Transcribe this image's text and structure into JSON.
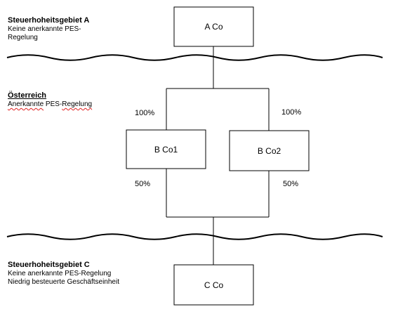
{
  "jurisdictions": {
    "a": {
      "title": "Steuerhoheitsgebiet A",
      "line1": "Keine anerkannte PES-",
      "line2": "Regelung"
    },
    "austria": {
      "title": "Österreich",
      "line1_part1": "Anerkannte",
      "line1_part2": " PES-",
      "line1_part3": "Regelung"
    },
    "c": {
      "title": "Steuerhoheitsgebiet C",
      "line1": "Keine anerkannte PES-Regelung",
      "line2": "Niedrig besteuerte Geschäftseinheit"
    }
  },
  "entities": {
    "a_co": "A Co",
    "b_co1": "B Co1",
    "b_co2": "B Co2",
    "c_co": "C Co"
  },
  "ownership": {
    "a_to_bco1": "100%",
    "a_to_bco2": "100%",
    "bco1_to_c": "50%",
    "bco2_to_c": "50%"
  }
}
